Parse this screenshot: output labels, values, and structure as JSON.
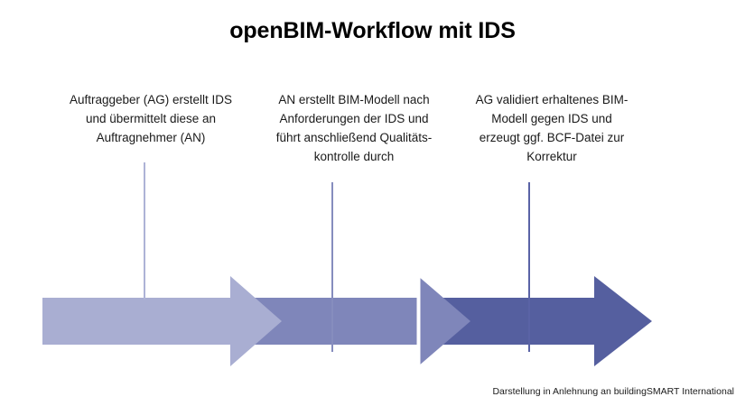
{
  "title": "openBIM-Workflow mit IDS",
  "attribution": "Darstellung in Anlehnung an buildingSMART International",
  "steps": [
    {
      "id": "step-1",
      "caption": "Auftraggeber (AG) erstellt IDS\nund übermittelt diese an\nAuftragnehmer (AN)",
      "arrow_color": "#a9aed2",
      "line_color": "#aeb3d6"
    },
    {
      "id": "step-2",
      "caption": "AN erstellt BIM-Modell nach\nAnforderungen der IDS und\nführt anschließend Qualitäts-\nkontrolle durch",
      "arrow_color": "#7f86ba",
      "line_color": "#868dbe"
    },
    {
      "id": "step-3",
      "caption": "AG validiert erhaltenes BIM-\nModell gegen IDS und\nerzeugt ggf. BCF-Datei zur\nKorrektur",
      "arrow_color": "#555f9f",
      "line_color": "#5a63a6"
    }
  ],
  "palette": {
    "background": "#ffffff",
    "text": "#1a1a1a",
    "title": "#000000",
    "arrow_light": "#a9aed2",
    "arrow_medium": "#7f86ba",
    "arrow_dark": "#555f9f"
  }
}
